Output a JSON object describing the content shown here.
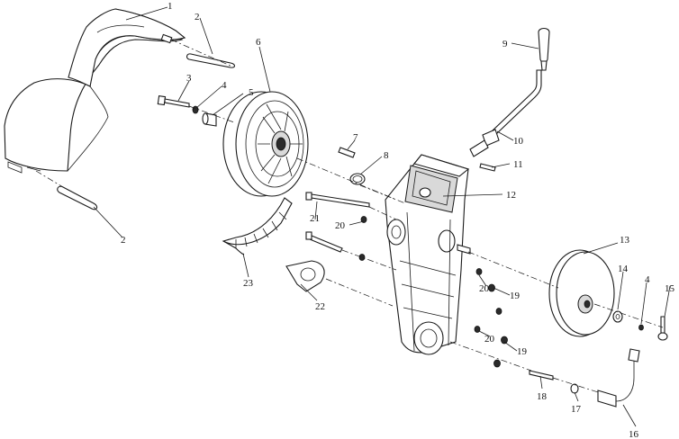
{
  "diagram": {
    "callouts": [
      {
        "id": "c1",
        "label": "1"
      },
      {
        "id": "c2a",
        "label": "2"
      },
      {
        "id": "c2b",
        "label": "2"
      },
      {
        "id": "c3",
        "label": "3"
      },
      {
        "id": "c4a",
        "label": "4"
      },
      {
        "id": "c4b",
        "label": "4"
      },
      {
        "id": "c5",
        "label": "5"
      },
      {
        "id": "c6",
        "label": "6"
      },
      {
        "id": "c7",
        "label": "7"
      },
      {
        "id": "c8",
        "label": "8"
      },
      {
        "id": "c9",
        "label": "9"
      },
      {
        "id": "c10",
        "label": "10"
      },
      {
        "id": "c11",
        "label": "11"
      },
      {
        "id": "c12",
        "label": "12"
      },
      {
        "id": "c13",
        "label": "13"
      },
      {
        "id": "c14",
        "label": "14"
      },
      {
        "id": "c15",
        "label": "15"
      },
      {
        "id": "c16",
        "label": "16"
      },
      {
        "id": "c17",
        "label": "17"
      },
      {
        "id": "c18",
        "label": "18"
      },
      {
        "id": "c19a",
        "label": "19"
      },
      {
        "id": "c19b",
        "label": "19"
      },
      {
        "id": "c20a",
        "label": "20"
      },
      {
        "id": "c20b",
        "label": "20"
      },
      {
        "id": "c20c",
        "label": "20"
      },
      {
        "id": "c21",
        "label": "21"
      },
      {
        "id": "c22",
        "label": "22"
      },
      {
        "id": "c23",
        "label": "23"
      }
    ]
  }
}
